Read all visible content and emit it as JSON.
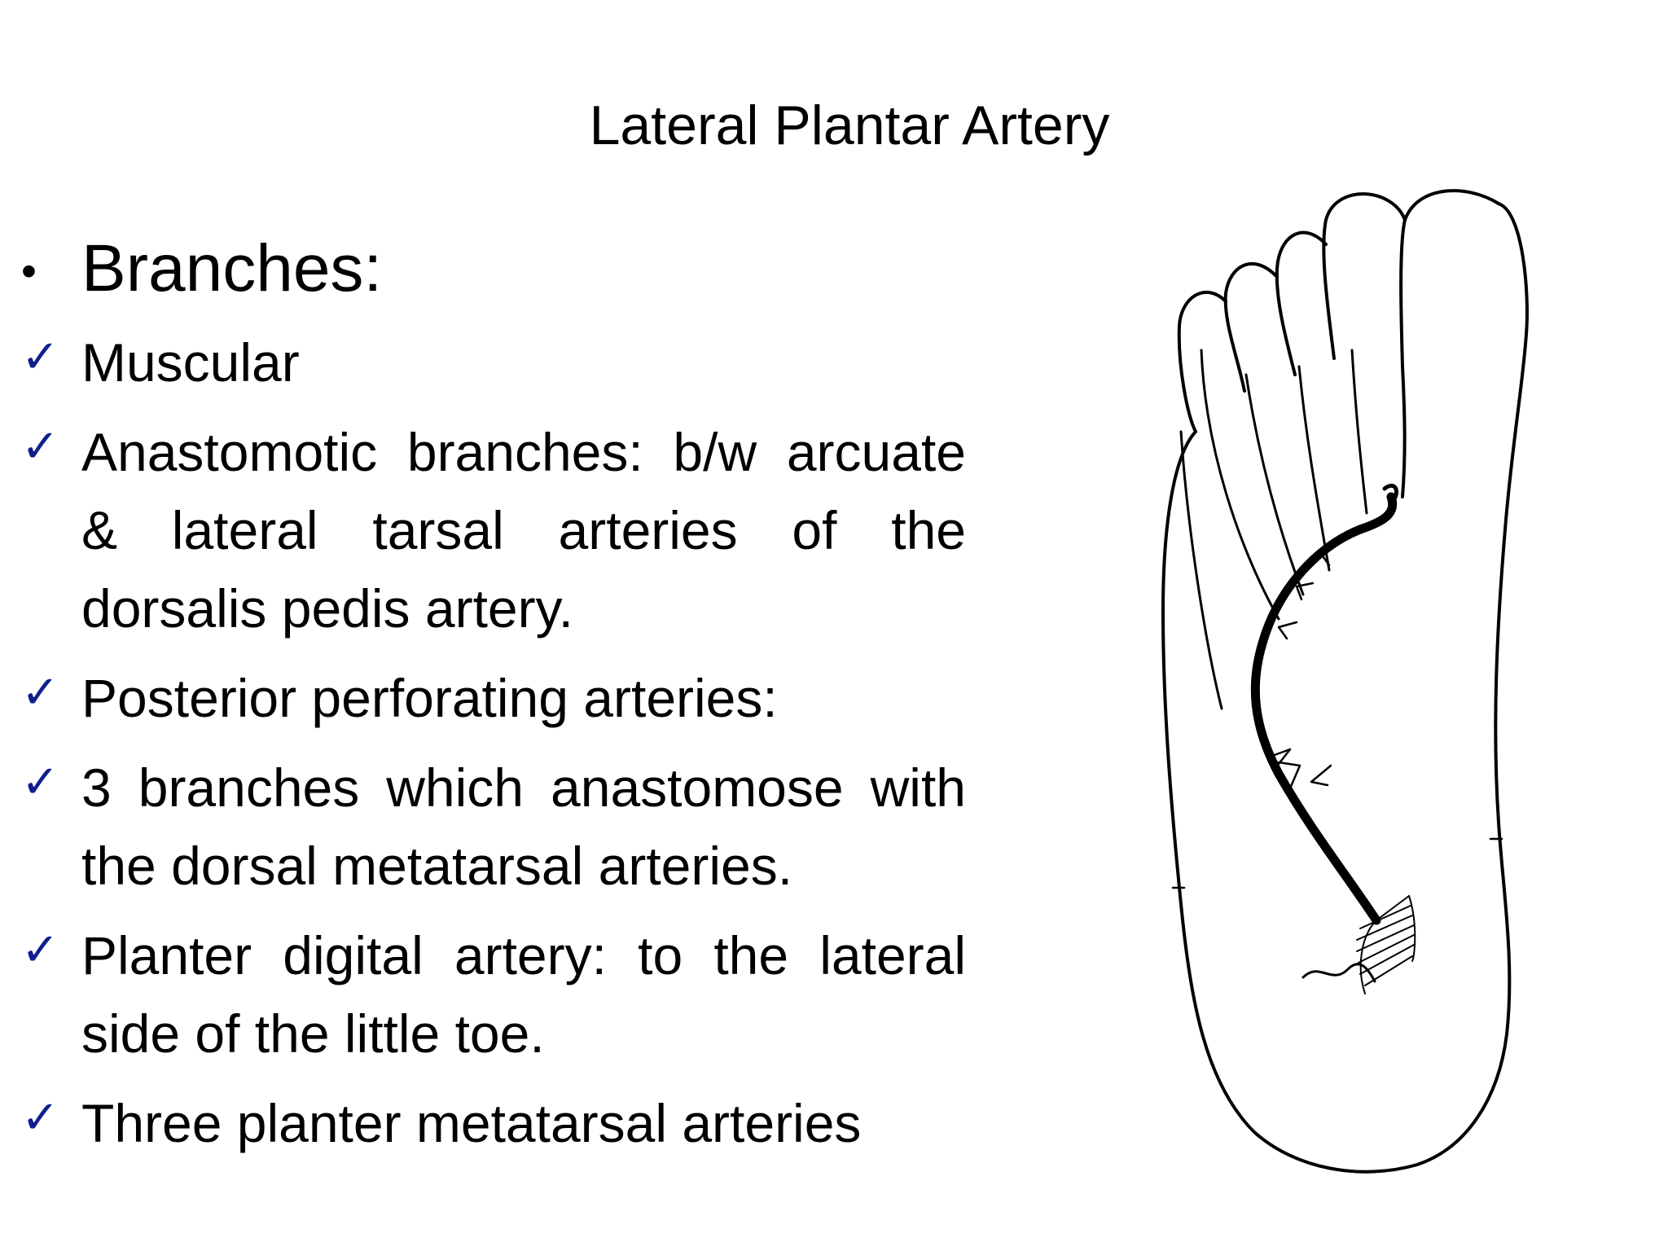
{
  "slide": {
    "title": "Lateral Plantar Artery"
  },
  "content": {
    "heading_bullet": "•",
    "heading": "Branches:",
    "items": [
      {
        "mark": "✓",
        "text": "Muscular"
      },
      {
        "mark": "✓",
        "text": "Anastomotic branches: b/w arcuate & lateral tarsal arteries of the dorsalis pedis artery."
      },
      {
        "mark": "✓",
        "text": "Posterior perforating arteries:"
      },
      {
        "mark": "✓",
        "text": "3 branches which anastomose with the dorsal metatarsal arteries."
      },
      {
        "mark": "✓",
        "text": "Planter digital artery: to the lateral side of the little toe."
      },
      {
        "mark": "✓",
        "text": "Three planter metatarsal arteries"
      }
    ]
  },
  "colors": {
    "checkmark": "#0f1f8c",
    "text": "#000000",
    "background": "#ffffff"
  }
}
